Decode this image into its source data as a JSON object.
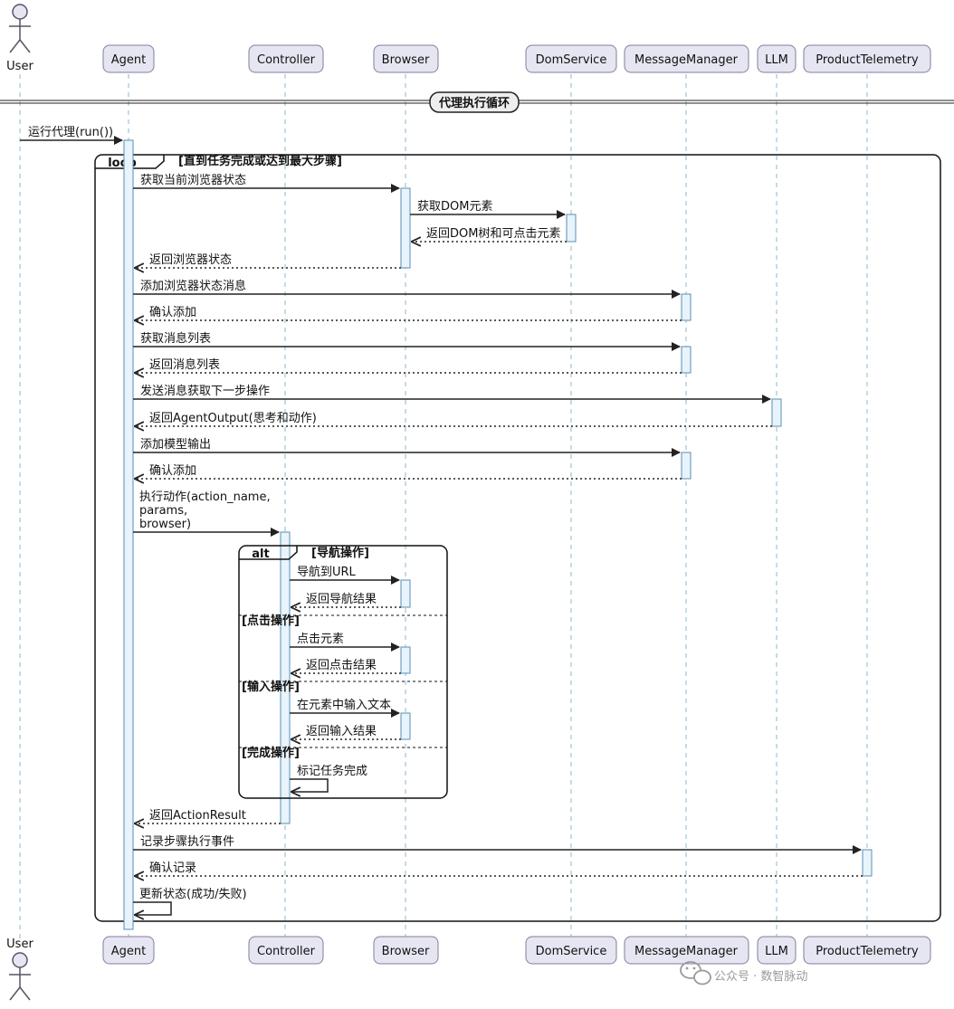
{
  "colors": {
    "line": "#222222",
    "lifeline": "#8fb7cc",
    "participant_fill": "#e6e6f3",
    "participant_stroke": "#7f7f9a",
    "activation_fill": "#e8f3fb",
    "activation_stroke": "#5a8fb3"
  },
  "actor": {
    "name": "User",
    "icon": "stick-figure-icon"
  },
  "participants": [
    "Agent",
    "Controller",
    "Browser",
    "DomService",
    "MessageManager",
    "LLM",
    "ProductTelemetry"
  ],
  "divider": {
    "label": "代理执行循环"
  },
  "loop": {
    "keyword": "loop",
    "guard": "[直到任务完成或达到最大步骤]"
  },
  "alt": {
    "keyword": "alt",
    "branches": [
      "[导航操作]",
      "[点击操作]",
      "[输入操作]",
      "[完成操作]"
    ]
  },
  "messages": [
    "运行代理(run())",
    "获取当前浏览器状态",
    "获取DOM元素",
    "返回DOM树和可点击元素",
    "返回浏览器状态",
    "添加浏览器状态消息",
    "确认添加",
    "获取消息列表",
    "返回消息列表",
    "发送消息获取下一步操作",
    "返回AgentOutput(思考和动作)",
    "添加模型输出",
    "确认添加",
    "执行动作(action_name,",
    "params,",
    "browser)",
    "导航到URL",
    "返回导航结果",
    "点击元素",
    "返回点击结果",
    "在元素中输入文本",
    "返回输入结果",
    "标记任务完成",
    "返回ActionResult",
    "记录步骤执行事件",
    "确认记录",
    "更新状态(成功/失败)"
  ],
  "watermark": {
    "icon": "wechat-icon",
    "text": "公众号 · 数智脉动"
  }
}
